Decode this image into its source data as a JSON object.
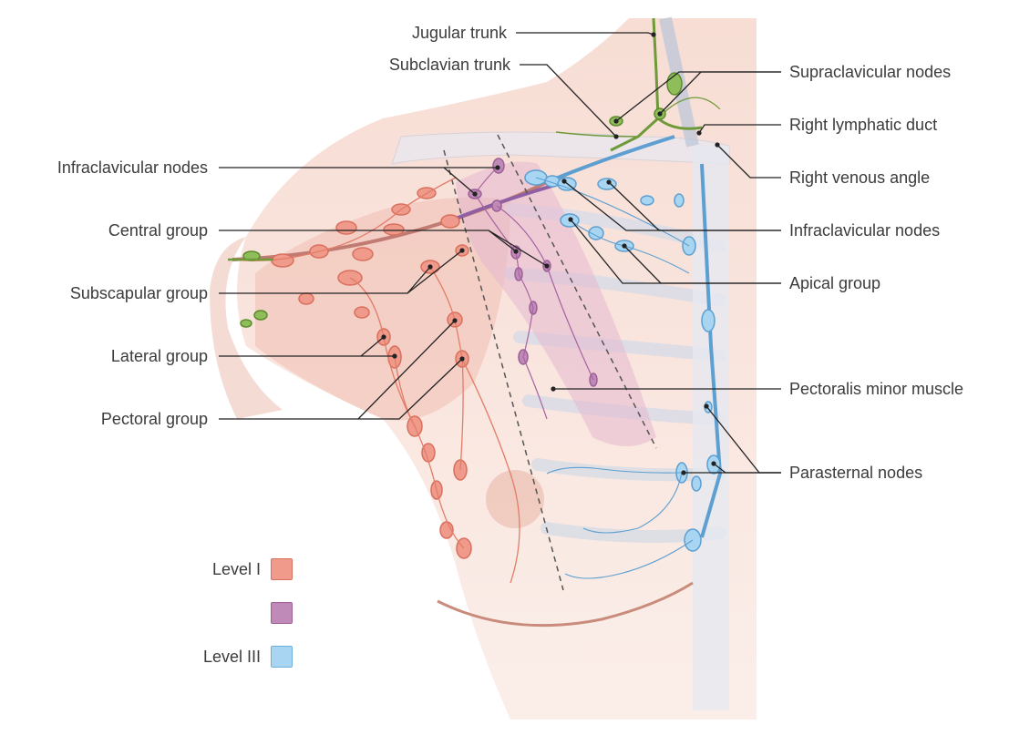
{
  "labels_left": [
    {
      "id": "infraclavicular-nodes-left",
      "text": "Infraclavicular nodes"
    },
    {
      "id": "central-group",
      "text": "Central group"
    },
    {
      "id": "subscapular-group",
      "text": "Subscapular group"
    },
    {
      "id": "lateral-group",
      "text": "Lateral group"
    },
    {
      "id": "pectoral-group",
      "text": "Pectoral group"
    }
  ],
  "labels_top": [
    {
      "id": "jugular-trunk",
      "text": "Jugular trunk"
    },
    {
      "id": "subclavian-trunk",
      "text": "Subclavian trunk"
    }
  ],
  "labels_right": [
    {
      "id": "supraclavicular-nodes",
      "text": "Supraclavicular nodes"
    },
    {
      "id": "right-lymphatic-duct",
      "text": "Right lymphatic duct"
    },
    {
      "id": "right-venous-angle",
      "text": "Right venous angle"
    },
    {
      "id": "infraclavicular-nodes-right",
      "text": "Infraclavicular nodes"
    },
    {
      "id": "apical-group",
      "text": "Apical group"
    },
    {
      "id": "pectoralis-minor-muscle",
      "text": "Pectoralis minor muscle"
    },
    {
      "id": "parasternal-nodes",
      "text": "Parasternal nodes"
    }
  ],
  "legend": [
    {
      "id": "level-1",
      "text": "Level I",
      "color": "#ef9a8a",
      "border": "#d9705e"
    },
    {
      "id": "level-2",
      "text": "",
      "color": "#c08ab8",
      "border": "#9c5f96"
    },
    {
      "id": "level-3",
      "text": "Level III",
      "color": "#a8d6f2",
      "border": "#6fb0db"
    }
  ],
  "colors": {
    "level1": "#e27d68",
    "level2": "#a664a0",
    "level3": "#5d9fd0",
    "supraclavicular": "#6f9a3a",
    "skin": "#f6d9d0",
    "leader": "#222222"
  }
}
